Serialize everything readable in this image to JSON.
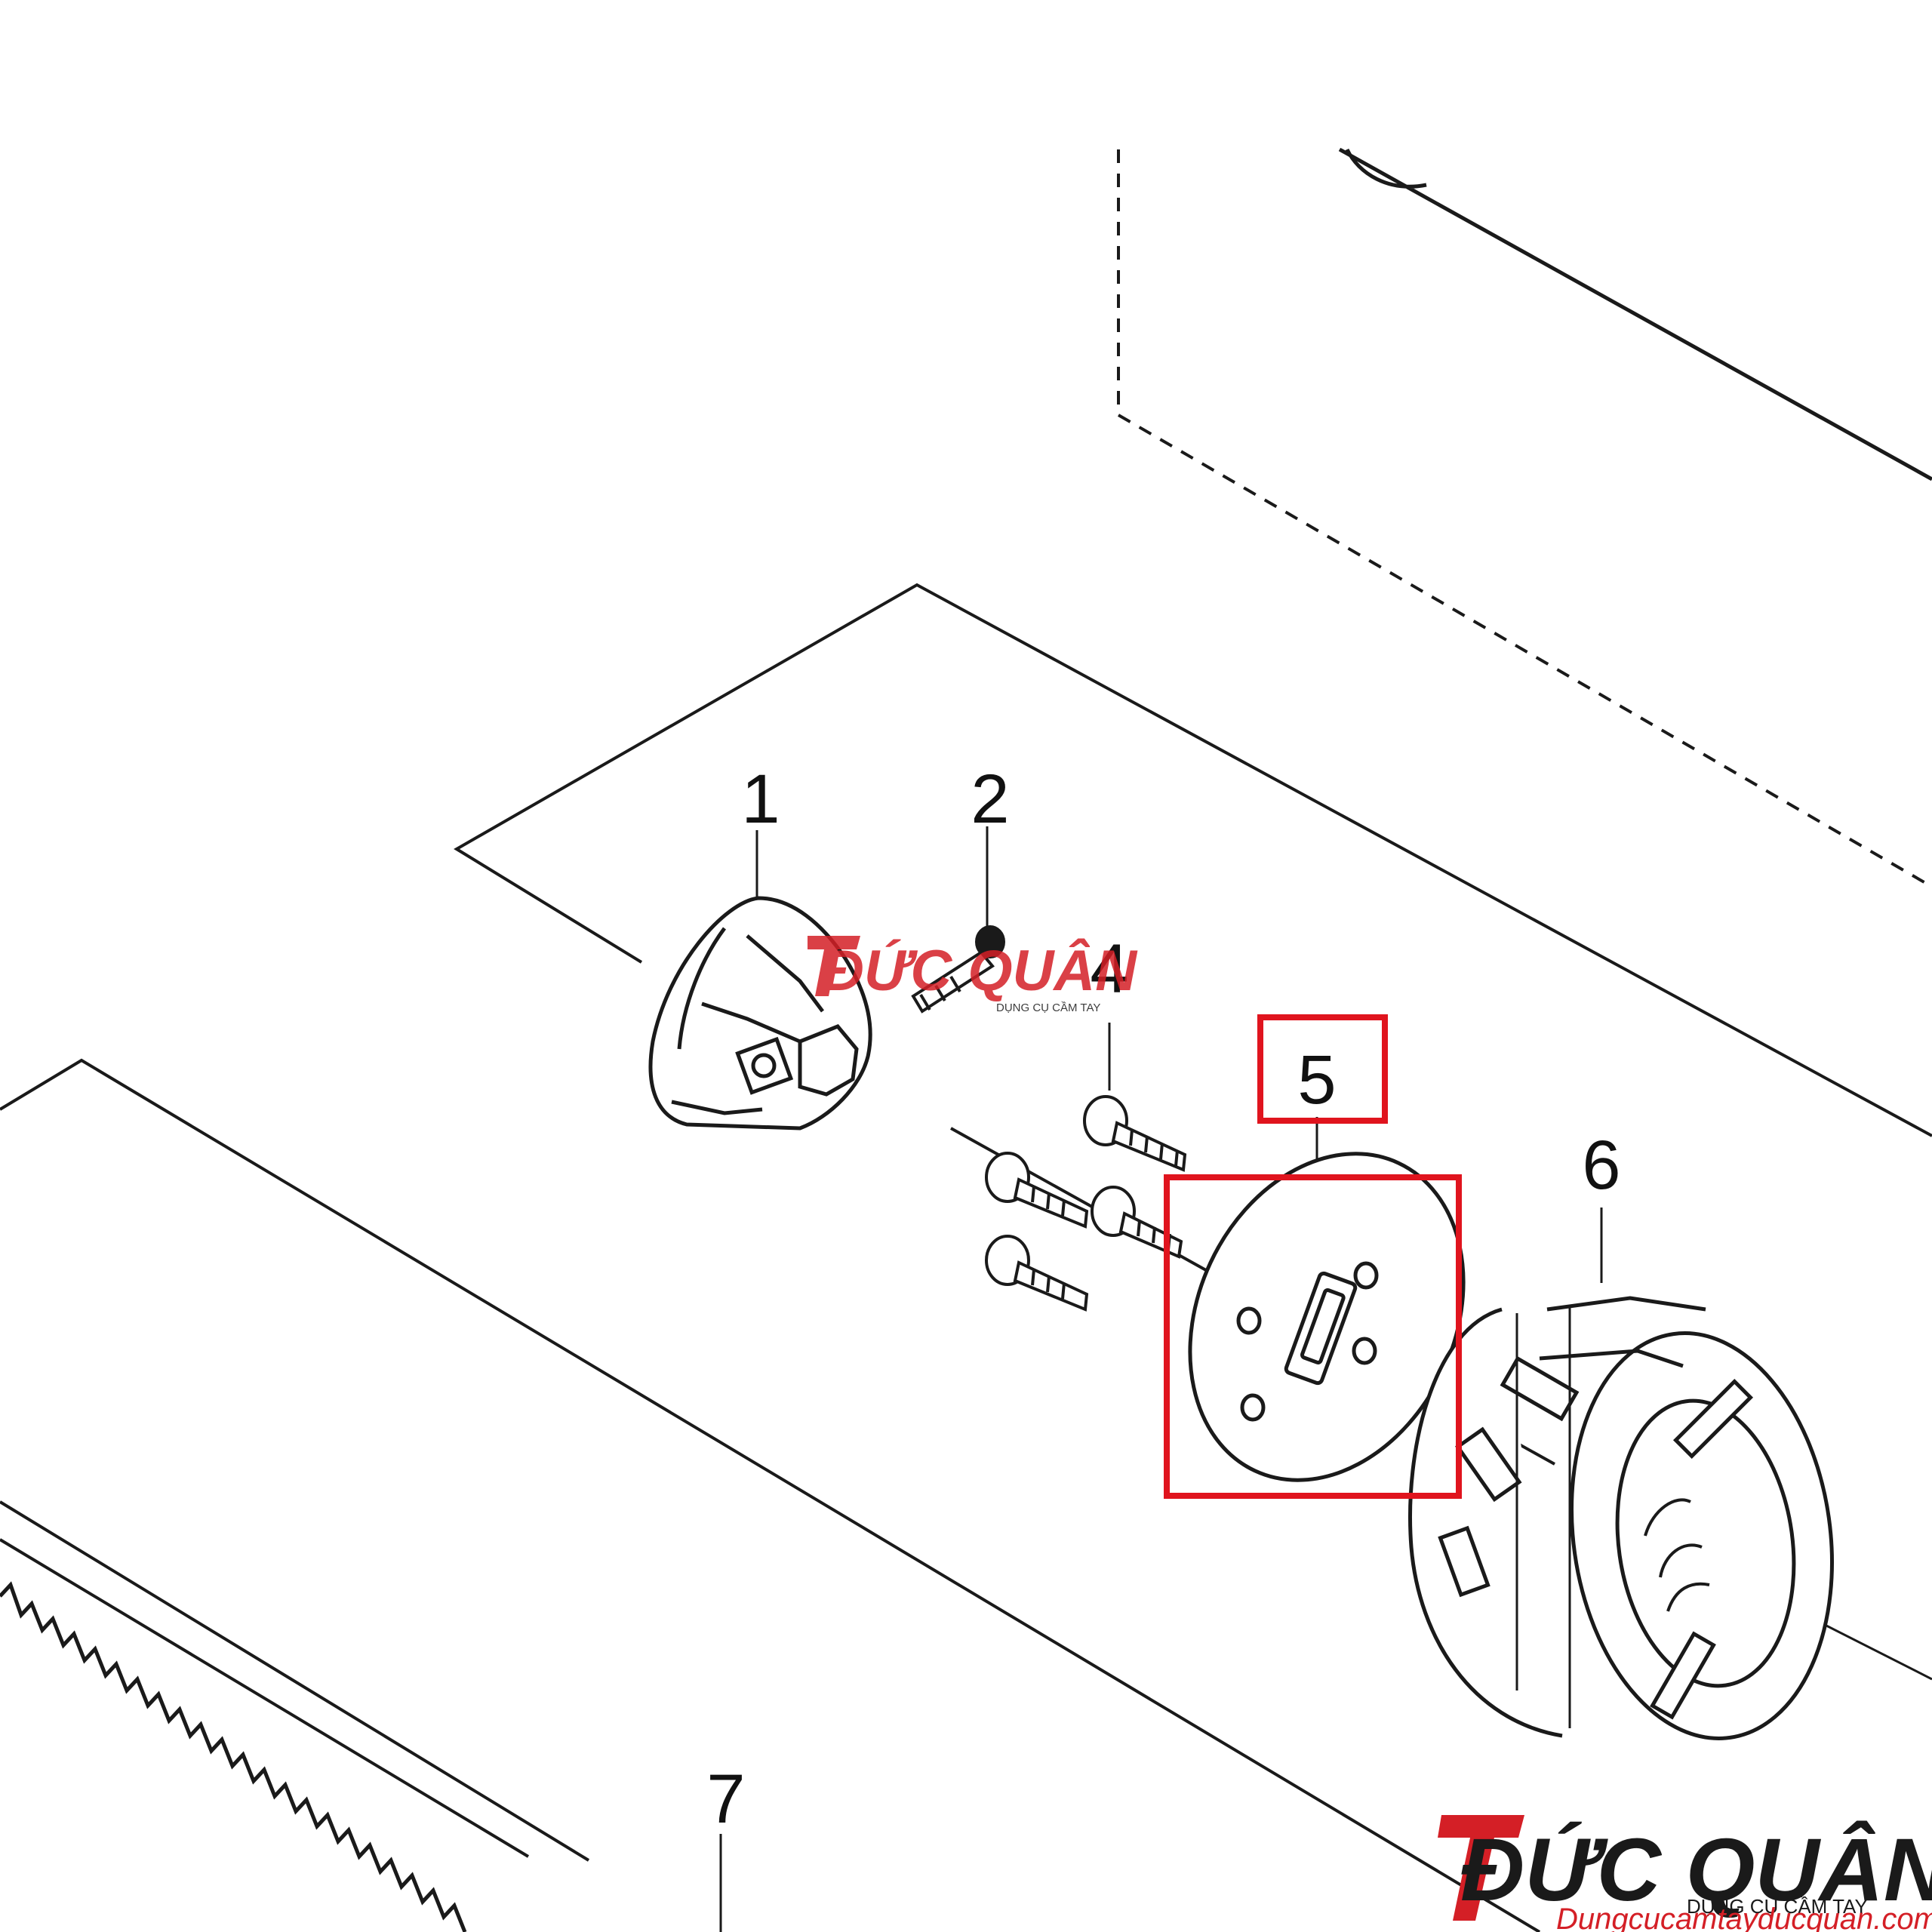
{
  "diagram": {
    "part_labels": {
      "p1": "1",
      "p2": "2",
      "p4": "4",
      "p5": "5",
      "p6": "6",
      "p7": "7"
    },
    "highlighted_part": "5",
    "colors": {
      "line": "#1a1a1a",
      "highlight": "#e0141e",
      "brand_red": "#d41f26",
      "brand_dark": "#1a1a1a"
    }
  },
  "watermark": {
    "center_brand": "ĐỨC QUÂN",
    "center_tagline": "DỤNG CỤ CẦM TAY",
    "corner_brand": "ĐỨC QUÂN",
    "corner_tagline": "DỤNG CỤ CẦM TAY",
    "corner_url": "Dungcucamtayducquan.com"
  }
}
